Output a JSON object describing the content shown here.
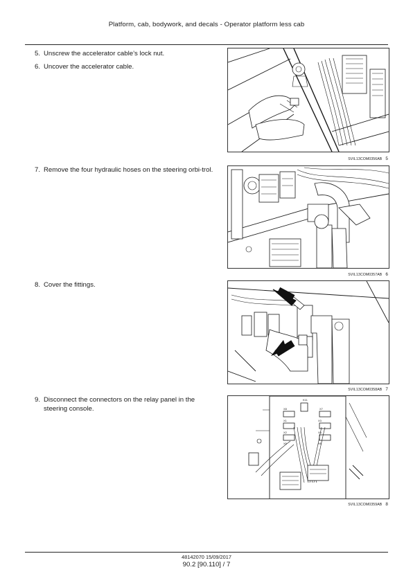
{
  "header": {
    "title": "Platform, cab, bodywork, and decals - Operator platform less cab"
  },
  "steps": [
    {
      "number": "5.",
      "text": "Unscrew the accelerator cable’s lock nut."
    },
    {
      "number": "6.",
      "text": "Uncover the accelerator cable."
    },
    {
      "number": "7.",
      "text": "Remove the four hydraulic hoses on the steering orbi-trol."
    },
    {
      "number": "8.",
      "text": "Cover the fittings."
    },
    {
      "number": "9.",
      "text": "Disconnect the connectors on the relay panel in the steering console."
    }
  ],
  "figures": [
    {
      "code": "SVIL13COM0356AB",
      "number": "5"
    },
    {
      "code": "SVIL13COM0357AB",
      "number": "6"
    },
    {
      "code": "SVIL13COM0358AB",
      "number": "7"
    },
    {
      "code": "SVIL13COM0359AB",
      "number": "8",
      "labels": [
        "K11",
        "X8",
        "X1",
        "X2",
        "X3",
        "X4",
        "X5",
        "X6",
        "X7"
      ]
    }
  ],
  "footer": {
    "doc_ref": "48142070 15/09/2017",
    "page": "90.2 [90.110] / 7"
  }
}
